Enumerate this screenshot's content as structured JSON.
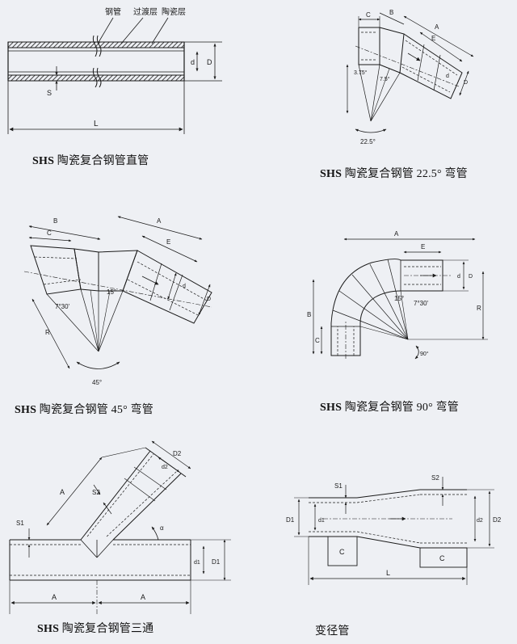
{
  "captions": {
    "straight": {
      "prefix": "SHS",
      "name": "陶瓷复合钢管直管"
    },
    "bend225": {
      "prefix": "SHS",
      "name": "陶瓷复合钢管 22.5° 弯管"
    },
    "bend45": {
      "prefix": "SHS",
      "name": "陶瓷复合钢管 45° 弯管"
    },
    "bend90": {
      "prefix": "SHS",
      "name": "陶瓷复合钢管 90° 弯管"
    },
    "tee": {
      "prefix": "SHS",
      "name": "陶瓷复合钢管三通"
    },
    "reducer": {
      "name": "变径管"
    }
  },
  "layers": {
    "steel": "钢管",
    "transition": "过渡层",
    "ceramic": "陶瓷层"
  },
  "labels": {
    "straight": {
      "d": "d",
      "D": "D",
      "S": "S",
      "L": "L"
    },
    "bend225": {
      "A": "A",
      "B": "B",
      "C": "C",
      "E": "E",
      "d": "d",
      "D": "D",
      "angle_a": "3.75°",
      "angle_b": "7.5°",
      "angle_total": "22.5°"
    },
    "bend45": {
      "A": "A",
      "B": "B",
      "C": "C",
      "E": "E",
      "R": "R",
      "d": "d",
      "D": "D",
      "angle_a": "7°30'",
      "angle_b": "15°",
      "angle_total": "45°"
    },
    "bend90": {
      "A": "A",
      "B": "B",
      "C": "C",
      "E": "E",
      "R": "R",
      "d": "d",
      "D": "D",
      "angle_a": "15°",
      "angle_b": "7°30'",
      "angle_total": "90°"
    },
    "tee": {
      "A1": "A",
      "A2": "A",
      "A3": "A",
      "S1": "S1",
      "S2": "S2",
      "D1": "D1",
      "D2": "D2",
      "d1": "d1",
      "d2": "d2",
      "alpha": "α"
    },
    "reducer": {
      "S1": "S1",
      "S2": "S2",
      "D1": "D1",
      "D2": "D2",
      "d1": "d1",
      "d2": "d2",
      "C1": "C",
      "C2": "C",
      "L": "L"
    }
  },
  "colors": {
    "ink": "#1a1a1a",
    "paper": "#eef0f4"
  }
}
